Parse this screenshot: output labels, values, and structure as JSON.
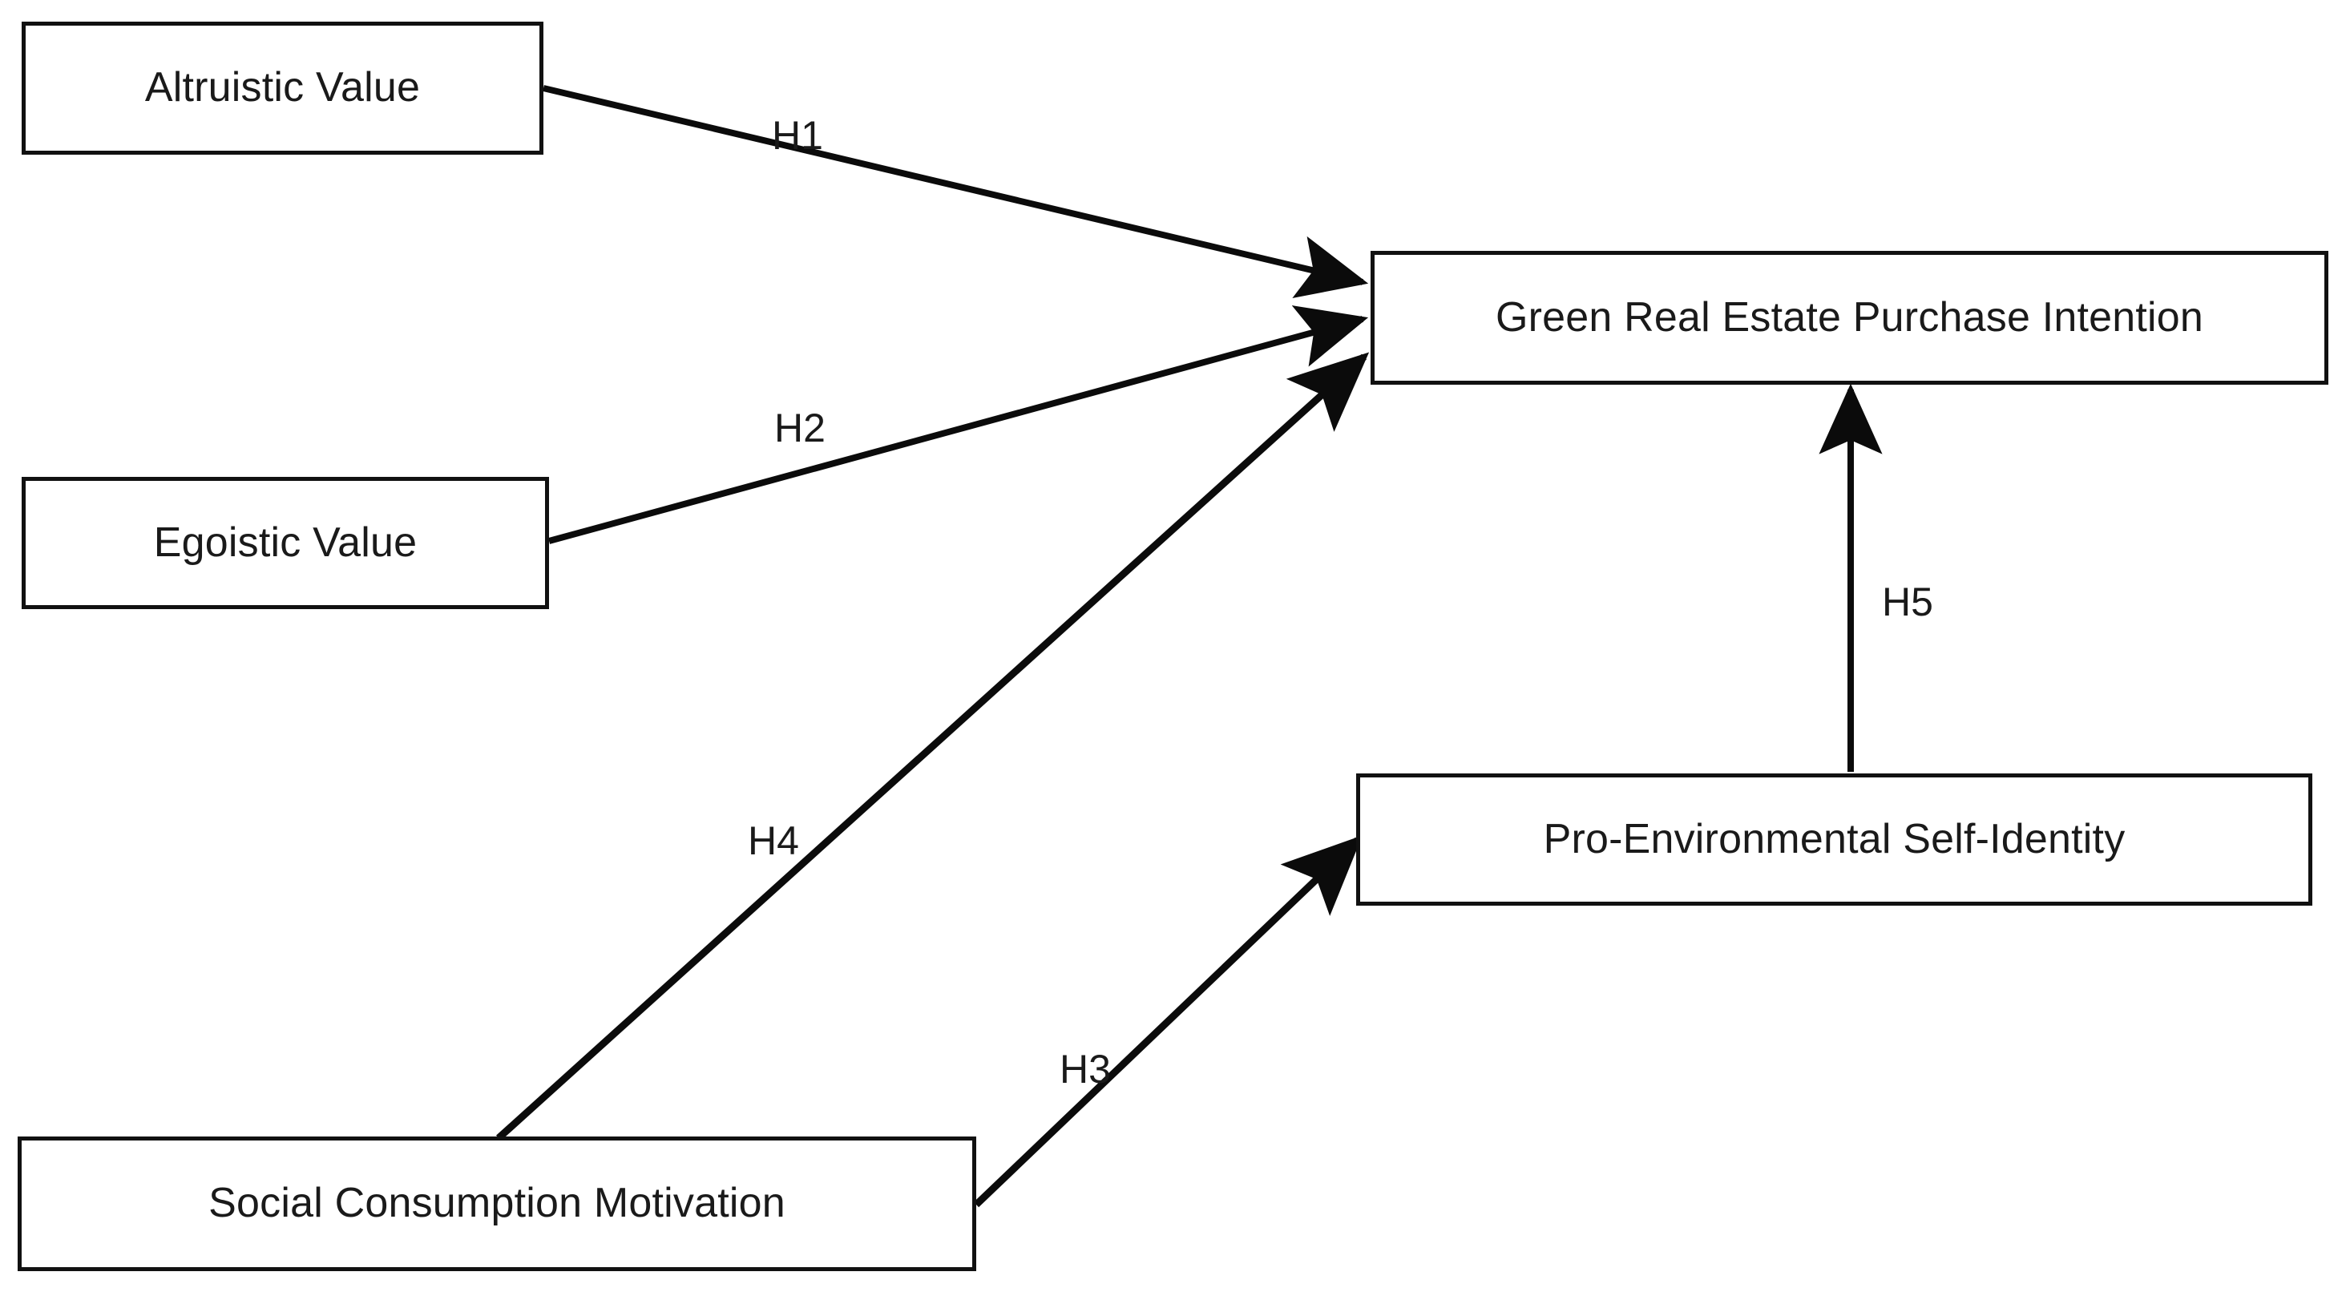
{
  "diagram": {
    "type": "conceptual-research-model",
    "background_color": "#ffffff",
    "node_border_color": "#111111",
    "text_color": "#1a1a1a",
    "nodes": [
      {
        "id": "altruistic-value",
        "label": "Altruistic Value"
      },
      {
        "id": "egoistic-value",
        "label": "Egoistic Value"
      },
      {
        "id": "social-motivation",
        "label": "Social Consumption Motivation"
      },
      {
        "id": "green-intention",
        "label": "Green Real Estate Purchase Intention"
      },
      {
        "id": "pro-env-identity",
        "label": "Pro-Environmental Self-Identity"
      }
    ],
    "edges": [
      {
        "id": "h1",
        "label": "H1",
        "from": "altruistic-value",
        "to": "green-intention"
      },
      {
        "id": "h2",
        "label": "H2",
        "from": "egoistic-value",
        "to": "green-intention"
      },
      {
        "id": "h3",
        "label": "H3",
        "from": "social-motivation",
        "to": "pro-env-identity"
      },
      {
        "id": "h4",
        "label": "H4",
        "from": "social-motivation",
        "to": "green-intention"
      },
      {
        "id": "h5",
        "label": "H5",
        "from": "pro-env-identity",
        "to": "green-intention"
      }
    ]
  }
}
